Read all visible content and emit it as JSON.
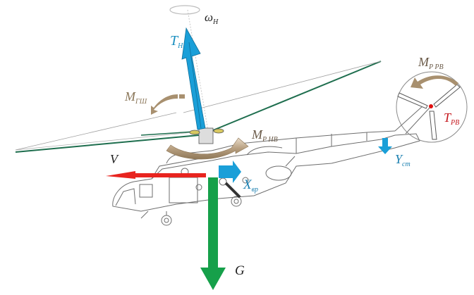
{
  "diagram": {
    "subject": "Helicopter forces and moments diagram",
    "colors": {
      "main_rotor_thrust": "#1a9fd8",
      "gravity": "#16a04a",
      "velocity": "#e8241f",
      "drag": "#1a9fd8",
      "stabilizer": "#1a9fd8",
      "moment_arrow": "#a8906f",
      "tail_rotor_thrust_label": "#c4161c",
      "blade_dark": "#1e6e4e",
      "blade_light": "#9a9a9a",
      "outline": "#6e6e6e"
    },
    "labels": {
      "omega": {
        "main": "ω",
        "sub": "H"
      },
      "main_thrust": {
        "main": "T",
        "sub": "H"
      },
      "hub_moment": {
        "main": "M",
        "sub": "ГШ"
      },
      "main_rotor_reactive_moment": {
        "main": "M",
        "sub": "P HB"
      },
      "tail_rotor_moment": {
        "main": "M",
        "sub": "P PB"
      },
      "tail_rotor_thrust": {
        "main": "T",
        "sub": "PB"
      },
      "stabilizer_force": {
        "main": "Y",
        "sub": "cm"
      },
      "velocity": {
        "main": "V"
      },
      "drag": {
        "main": "X",
        "sub": "вр"
      },
      "weight": {
        "main": "G"
      }
    }
  }
}
